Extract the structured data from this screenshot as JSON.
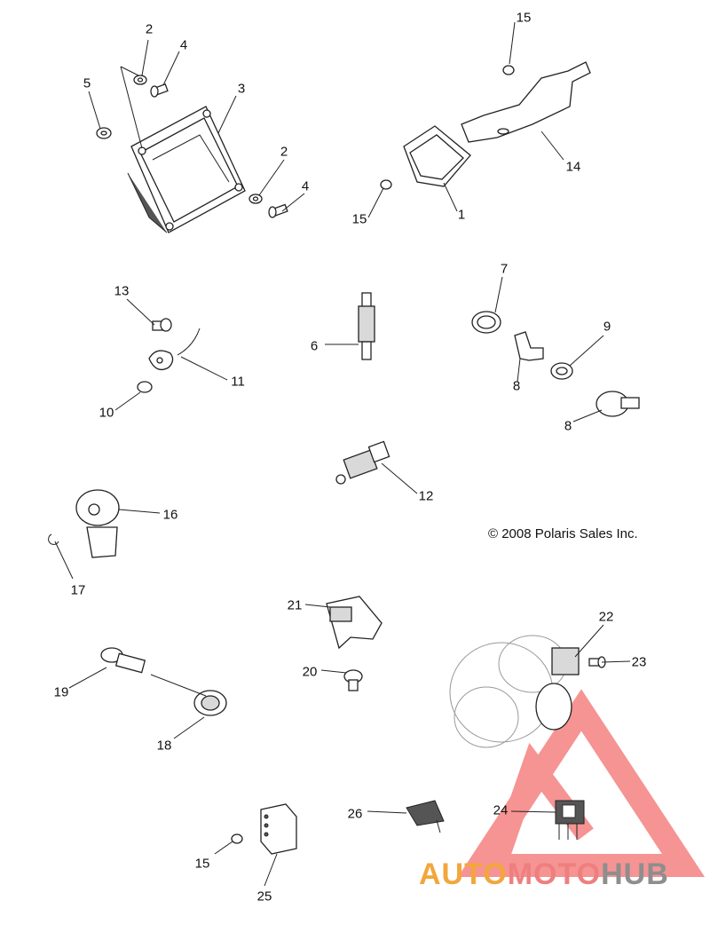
{
  "copyright": "© 2008 Polaris Sales Inc.",
  "watermark": {
    "part1": "AUTO",
    "part2": "MOTO",
    "part3": "HUB"
  },
  "colors": {
    "watermark_red": "#ef3b3b",
    "watermark_orange": "#f2a63c",
    "watermark_gray": "#8e8e8e"
  },
  "callouts": {
    "c1": "1",
    "c2a": "2",
    "c2b": "2",
    "c3": "3",
    "c4a": "4",
    "c4b": "4",
    "c5": "5",
    "c6": "6",
    "c7": "7",
    "c8a": "8",
    "c8b": "8",
    "c9": "9",
    "c10": "10",
    "c11": "11",
    "c12": "12",
    "c13": "13",
    "c14": "14",
    "c15a": "15",
    "c15b": "15",
    "c15c": "15",
    "c16": "16",
    "c17": "17",
    "c18": "18",
    "c19": "19",
    "c20": "20",
    "c21": "21",
    "c22": "22",
    "c23": "23",
    "c24": "24",
    "c25": "25",
    "c26": "26"
  }
}
